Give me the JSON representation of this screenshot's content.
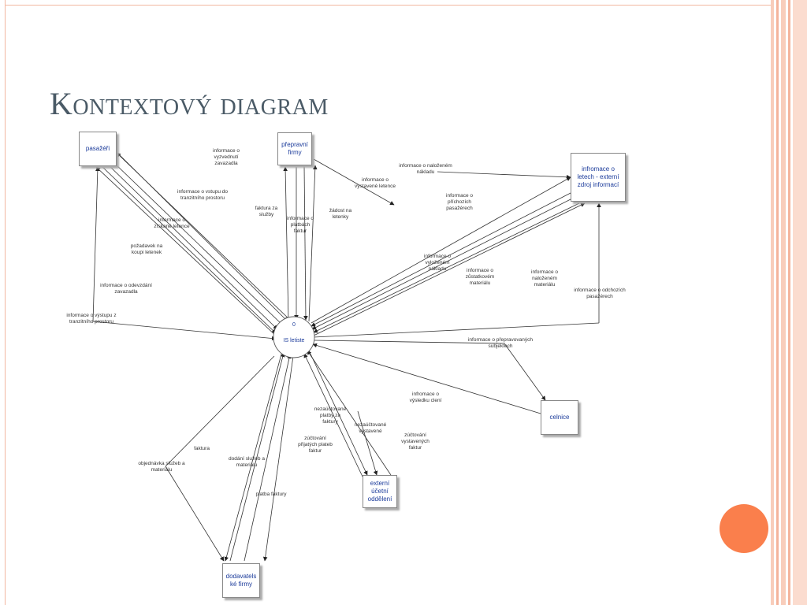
{
  "slide": {
    "title": "Kontextový diagram"
  },
  "diagram": {
    "center": {
      "number": "0",
      "label": "IS letiste"
    },
    "entities": {
      "pasazeri": "pasažéři",
      "prepravni_firmy": "přepravní firmy",
      "informace_o_letech": "infromace o letech - externí zdroj informací",
      "celnice": "celnice",
      "ucetni_oddeleni": "externí účetní oddělení",
      "dodavatelske_firmy": "dodavatelské firmy"
    },
    "flows": {
      "f01": "informace o vyzvednutí zavazadla",
      "f02": "informace o vstupu do tranzitního prostoru",
      "f03": "informace o získané letence",
      "f04": "požadavek na koupi letenek",
      "f05": "informace o odevzdání zavazadla",
      "f06": "informace o výstupu z tranzitního prostoru",
      "f07": "faktura za služby",
      "f08": "informace o platbách faktur",
      "f09": "žádost na letenky",
      "f10": "informace o vystavené letence",
      "f11": "informace o naloženém nákladu",
      "f12": "informace o příchozích pasažérech",
      "f13": "informace o vyloženém nákladu",
      "f14": "informace o zůstatkovém materiálu",
      "f15": "informace o naloženém materiálu",
      "f16": "informace o odchozích pasažérech",
      "f17": "informace o přepravovaných subjektech",
      "f18": "infromace o výsledku clení",
      "f19": "nezaúčtované platby za faktury",
      "f20": "nezaúčtované vystavené",
      "f21": "zúčtování vystavených faktur",
      "f22": "zúčtování přijatých plateb faktur",
      "f23": "objednávka služeb a materiálu",
      "f24": "faktura",
      "f25": "dodání služeb a materiálu",
      "f26": "platba faktury"
    }
  }
}
